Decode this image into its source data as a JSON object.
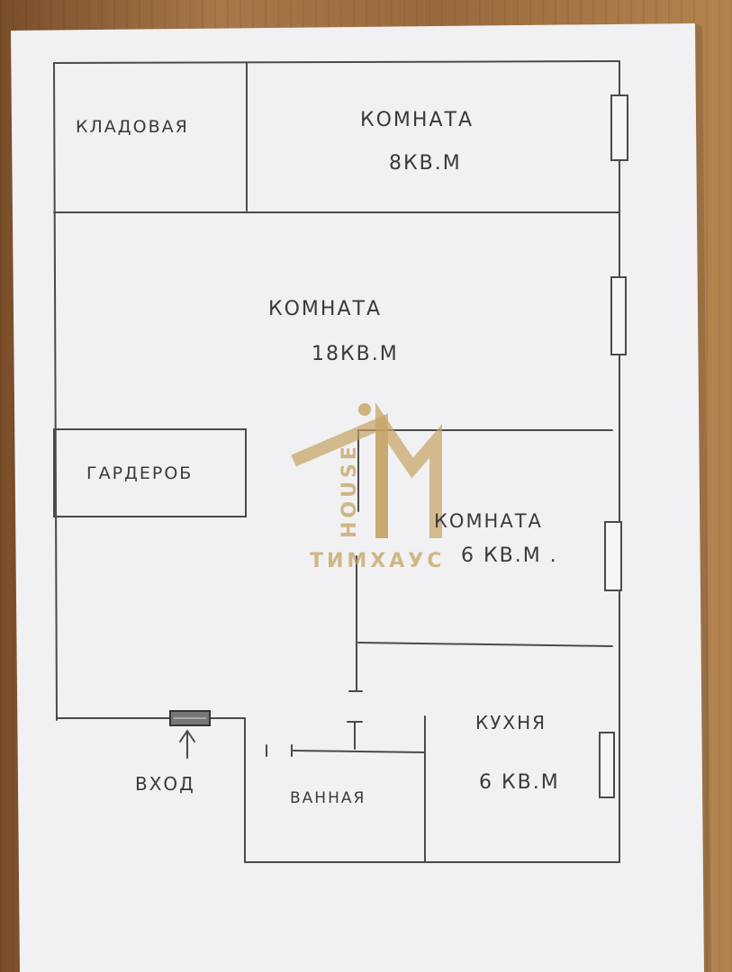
{
  "rooms": {
    "storage": {
      "name": "КЛАДОВАЯ"
    },
    "room_small": {
      "name": "КОМНАТА",
      "area": "8КВ.М"
    },
    "room_large": {
      "name": "КОМНАТА",
      "area": "18КВ.М"
    },
    "wardrobe": {
      "name": "ГАРДЕРОБ"
    },
    "room_mid": {
      "name": "КОМНАТА",
      "area": "6 КВ.М ."
    },
    "kitchen": {
      "name": "КУХНЯ",
      "area": "6 КВ.М"
    },
    "bathroom": {
      "name": "ВАННАЯ"
    },
    "entrance": {
      "name": "ВХОД"
    }
  },
  "watermark": {
    "logo_letters": "TIM",
    "logo_vertical": "HOUSE",
    "caption": "ТИМХАУС"
  },
  "colors": {
    "paper": "#f1f1f3",
    "pencil": "#4a4a4a",
    "watermark": "#c4a262",
    "wood": "#9a6a3e"
  }
}
